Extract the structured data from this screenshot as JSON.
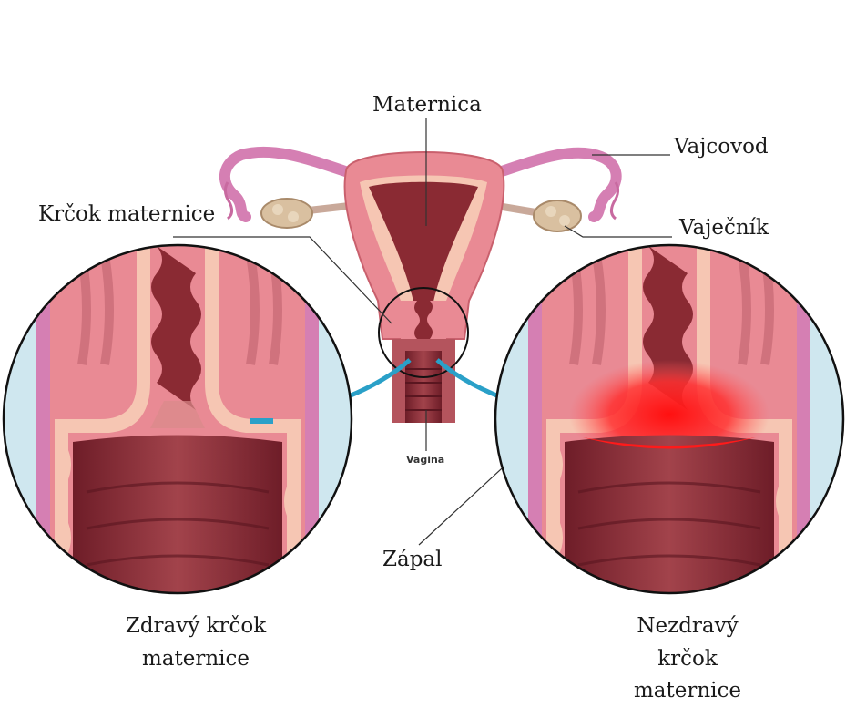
{
  "labels": {
    "uterus": "Maternica",
    "fallopian_tube": "Vajcovod",
    "cervix": "Krčok maternice",
    "ovary": "Vaječník",
    "vagina": "Vagina",
    "inflammation": "Zápal",
    "healthy_line1": "Zdravý krčok",
    "healthy_line2": "maternice",
    "unhealthy_line1": "Nezdravý",
    "unhealthy_line2": "krčok",
    "unhealthy_line3": "maternice"
  },
  "colors": {
    "tissue_pink": "#e98a94",
    "tissue_dark": "#8a2a33",
    "tissue_light": "#f6c6b3",
    "outer_pink": "#d57fb3",
    "fluid_blue": "#cfe7ef",
    "arrow_blue": "#2aa0c8",
    "inflammation_red": "#ff1a1a"
  }
}
